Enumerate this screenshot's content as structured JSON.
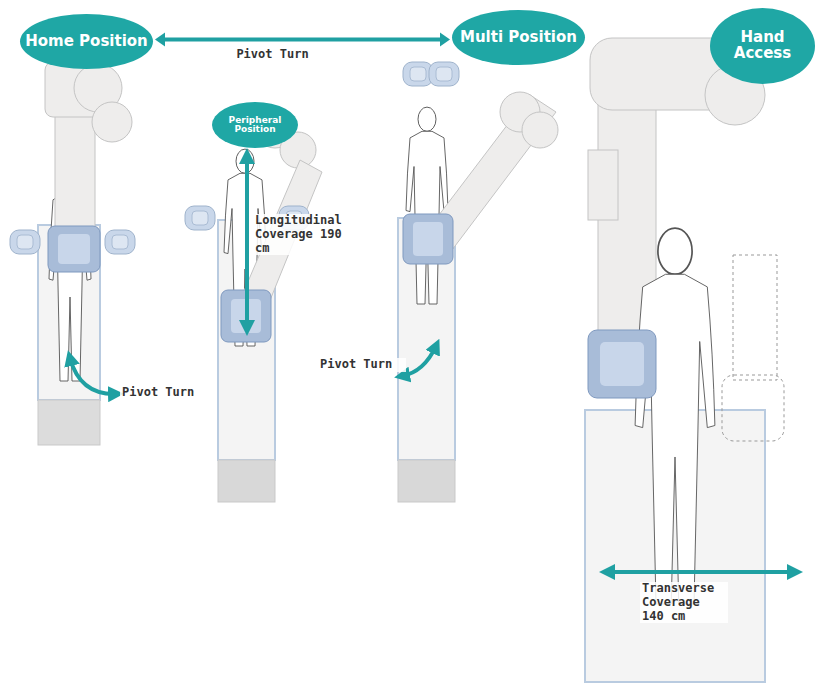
{
  "diagram": {
    "nodes": [
      {
        "text": [
          "Home Position"
        ]
      },
      {
        "text": [
          "Multi Position"
        ]
      },
      {
        "text": [
          "Hand Access"
        ]
      },
      {
        "text": [
          "Peripheral Position"
        ]
      }
    ],
    "edges": [
      {
        "from": 0,
        "to": 1,
        "label": "Pivot Turn",
        "arrow": "both"
      }
    ],
    "labels": [
      "Longitudinal Coverage 190 cm",
      "Pivot Turn",
      "Pivot Turn",
      "Transverse Coverage 140 cm"
    ]
  }
}
